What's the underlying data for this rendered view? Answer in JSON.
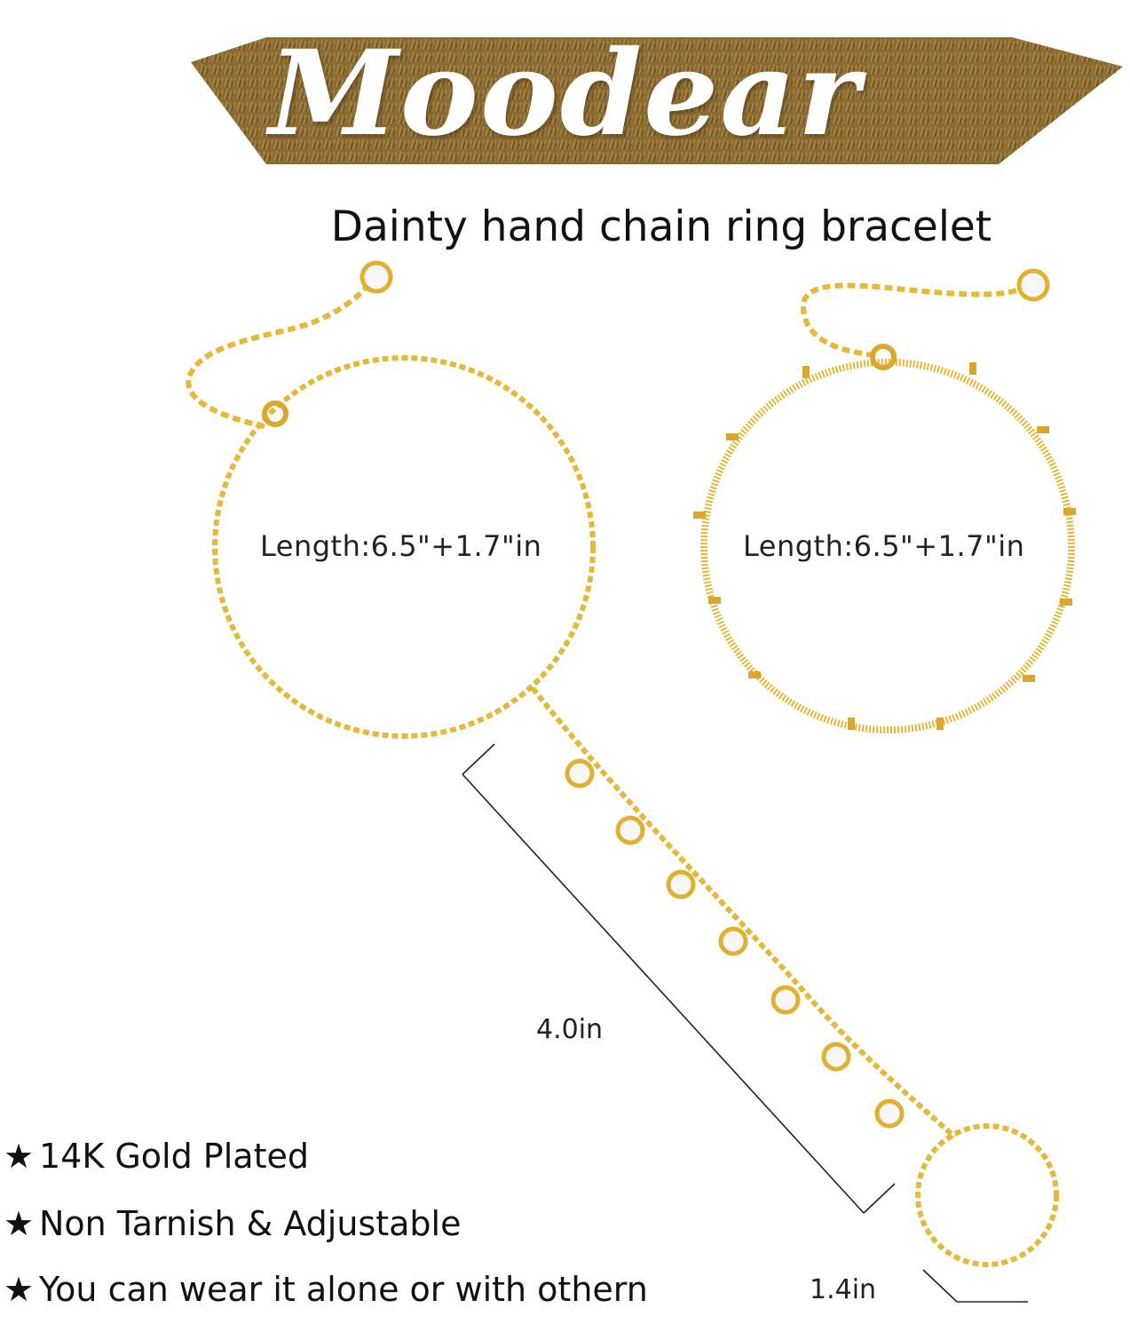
{
  "brand": {
    "name": "Moodear"
  },
  "product": {
    "subtitle": "Dainty hand chain ring bracelet"
  },
  "bracelets": [
    {
      "length_label": "Length:6.5\"+1.7\"in"
    },
    {
      "length_label": "Length:6.5\"+1.7\"in"
    }
  ],
  "dimensions": {
    "chain_length": "4.0in",
    "ring_size": "1.4in"
  },
  "features": [
    {
      "icon": "star-icon",
      "text": "14K Gold Plated"
    },
    {
      "icon": "star-icon",
      "text": "Non Tarnish & Adjustable"
    },
    {
      "icon": "star-icon",
      "text": "You can wear it alone or with othern"
    }
  ],
  "colors": {
    "gold": "#e6b83a",
    "banner": "#8a6a33",
    "text": "#111111"
  }
}
